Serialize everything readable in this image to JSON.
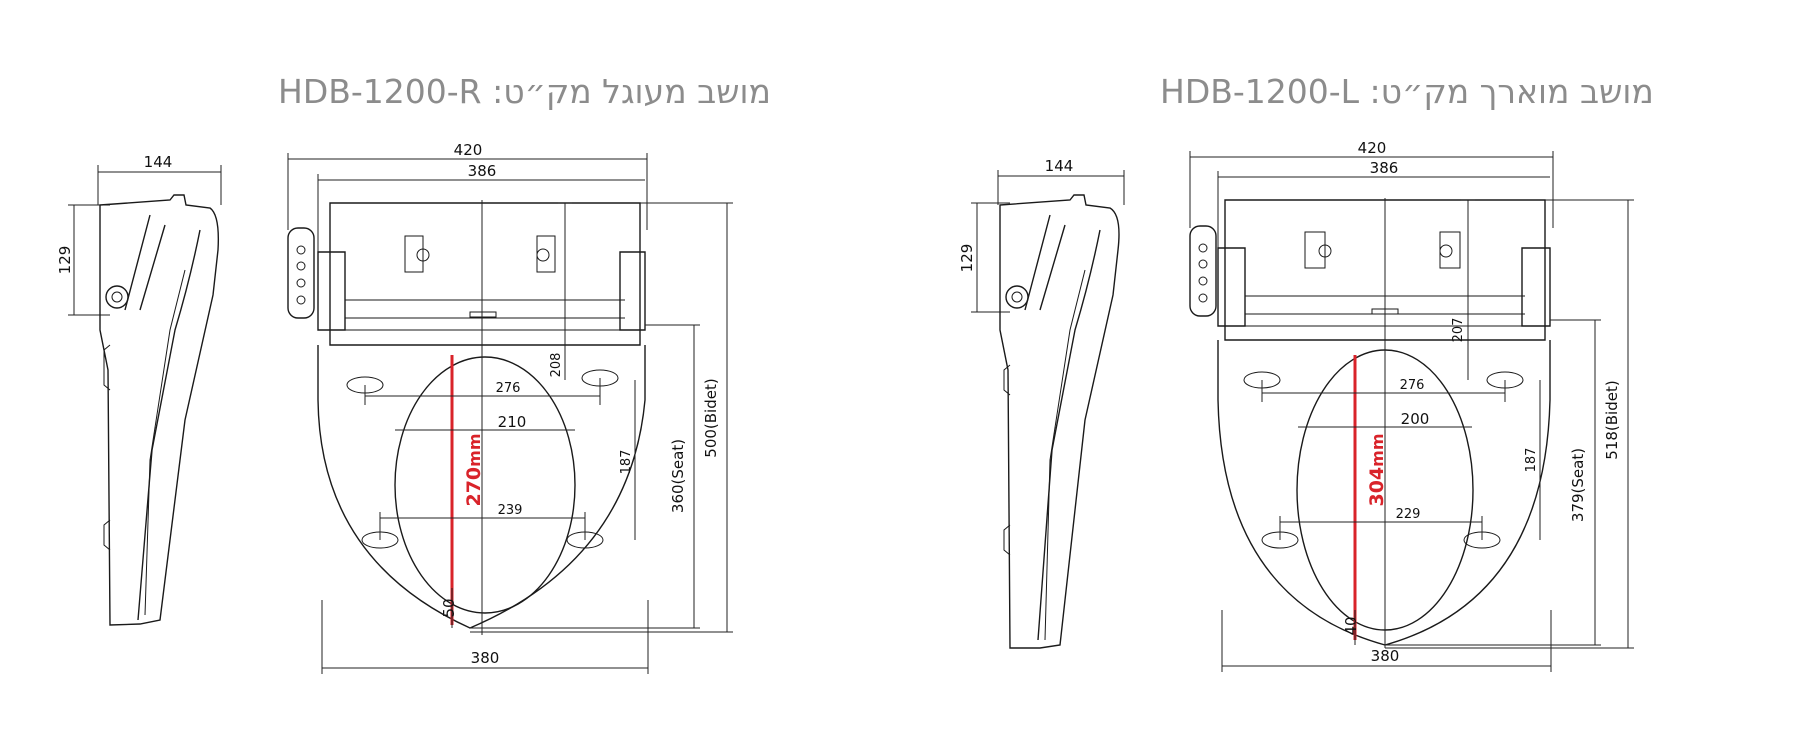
{
  "titles": {
    "round": "HDB-1200-R :מושב מעוגל מק״ט",
    "elongated": "HDB-1200-L :מושב מוארך מק״ט"
  },
  "round": {
    "side_width": "144",
    "side_height": "129",
    "total_width": "420",
    "inner_width": "386",
    "bottom_width": "380",
    "depth_208": "208",
    "dim_276": "276",
    "dim_210": "210",
    "dim_239": "239",
    "dim_187": "187",
    "dim_50": "50",
    "opening_value": "270",
    "opening_unit": "mm",
    "seat_length": "360(Seat)",
    "bidet_length": "500(Bidet)"
  },
  "elongated": {
    "side_width": "144",
    "side_height": "129",
    "total_width": "420",
    "inner_width": "386",
    "bottom_width": "380",
    "depth_207": "207",
    "dim_276": "276",
    "dim_200": "200",
    "dim_229": "229",
    "dim_187": "187",
    "dim_40": "40",
    "opening_value": "304",
    "opening_unit": "mm",
    "seat_length": "379(Seat)",
    "bidet_length": "518(Bidet)"
  },
  "colors": {
    "title": "#8c8c8c",
    "line": "#1a1a1a",
    "highlight": "#d9232a"
  }
}
